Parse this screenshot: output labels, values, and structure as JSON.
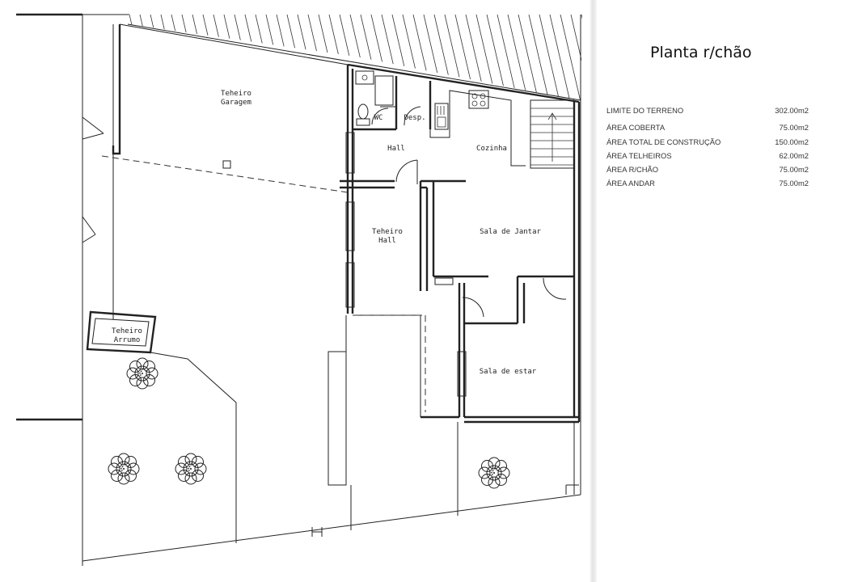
{
  "title": "Planta r/chão",
  "areas": [
    {
      "label": "LIMITE DO TERRENO",
      "value": "302.00m2"
    },
    {
      "label": "ÁREA COBERTA",
      "value": "75.00m2"
    },
    {
      "label": "ÁREA TOTAL DE CONSTRUÇÃO",
      "value": "150.00m2"
    },
    {
      "label": "ÁREA TELHEIROS",
      "value": "62.00m2"
    },
    {
      "label": "ÁREA R/CHÃO",
      "value": "75.00m2"
    },
    {
      "label": "ÁREA ANDAR",
      "value": "75.00m2"
    }
  ],
  "rooms": {
    "telheiro_garagem": [
      "Teheiro",
      "Garagem"
    ],
    "wc": "WC",
    "desp": "Desp.",
    "hall": "Hall",
    "cozinha": "Cozinha",
    "telheiro_hall": [
      "Teheiro",
      "Hall"
    ],
    "sala_jantar": "Sala de Jantar",
    "telheiro_arrumo": [
      "Teheiro",
      "Arrumo"
    ],
    "sala_estar": "Sala de estar"
  }
}
